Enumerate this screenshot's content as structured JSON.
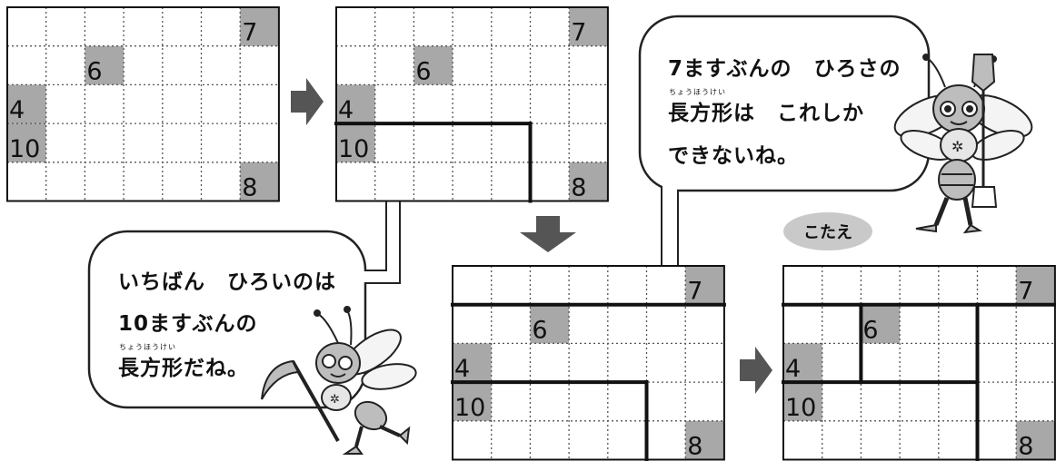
{
  "puzzles": [
    {
      "name": "step-1",
      "cells": [
        {
          "row": 0,
          "col": 6,
          "value": "7"
        },
        {
          "row": 1,
          "col": 2,
          "value": "6"
        },
        {
          "row": 2,
          "col": 0,
          "value": "4"
        },
        {
          "row": 3,
          "col": 0,
          "value": "10"
        },
        {
          "row": 4,
          "col": 6,
          "value": "8"
        }
      ],
      "borders": []
    },
    {
      "name": "step-2",
      "cells": [
        {
          "row": 0,
          "col": 6,
          "value": "7"
        },
        {
          "row": 1,
          "col": 2,
          "value": "6"
        },
        {
          "row": 2,
          "col": 0,
          "value": "4"
        },
        {
          "row": 3,
          "col": 0,
          "value": "10"
        },
        {
          "row": 4,
          "col": 6,
          "value": "8"
        }
      ],
      "borders": [
        [
          0,
          3,
          5,
          3
        ],
        [
          5,
          3,
          5,
          5
        ]
      ]
    },
    {
      "name": "step-3",
      "cells": [
        {
          "row": 0,
          "col": 6,
          "value": "7"
        },
        {
          "row": 1,
          "col": 2,
          "value": "6"
        },
        {
          "row": 2,
          "col": 0,
          "value": "4"
        },
        {
          "row": 3,
          "col": 0,
          "value": "10"
        },
        {
          "row": 4,
          "col": 6,
          "value": "8"
        }
      ],
      "borders": [
        [
          0,
          3,
          5,
          3
        ],
        [
          5,
          3,
          5,
          5
        ],
        [
          0,
          1,
          7,
          1
        ]
      ]
    },
    {
      "name": "answer",
      "cells": [
        {
          "row": 0,
          "col": 6,
          "value": "7"
        },
        {
          "row": 1,
          "col": 2,
          "value": "6"
        },
        {
          "row": 2,
          "col": 0,
          "value": "4"
        },
        {
          "row": 3,
          "col": 0,
          "value": "10"
        },
        {
          "row": 4,
          "col": 6,
          "value": "8"
        }
      ],
      "borders": [
        [
          0,
          1,
          7,
          1
        ],
        [
          2,
          1,
          2,
          3
        ],
        [
          0,
          3,
          5,
          3
        ],
        [
          5,
          1,
          5,
          5
        ]
      ]
    }
  ],
  "bubble_left": {
    "line1": "いちばん　ひろいのは",
    "line2": "10ますぶんの",
    "ruby": "ちょうほうけい",
    "line3": "長方形だね。"
  },
  "bubble_right": {
    "line1": "7ますぶんの　ひろさの",
    "ruby": "ちょうほうけい",
    "line2": "長方形は　これしか",
    "line3": "できないね。"
  },
  "answer_label": "こたえ",
  "colors": {
    "given_cell": "#a8a8a8",
    "grid_border": "#111111",
    "dotted_line": "#555555",
    "arrow": "#555555",
    "answer_badge": "#c9c9c9"
  }
}
